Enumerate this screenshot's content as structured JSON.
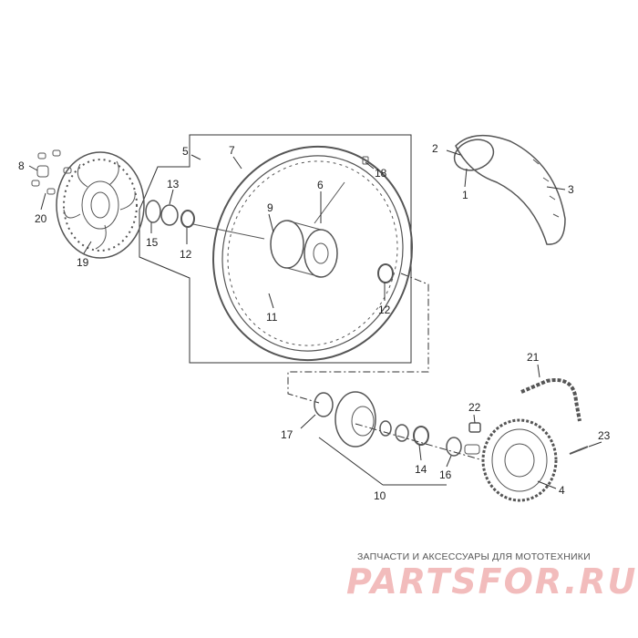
{
  "callouts": [
    "1",
    "2",
    "3",
    "4",
    "5",
    "6",
    "7",
    "8",
    "9",
    "10",
    "11",
    "12",
    "13",
    "14",
    "15",
    "16",
    "17",
    "18",
    "19",
    "20",
    "21",
    "22",
    "23"
  ],
  "watermark": {
    "caption": "ЗАПЧАСТИ И АКСЕССУАРЫ ДЛЯ МОТОТЕХНИКИ",
    "brand": "PARTSFOR.RU"
  },
  "colors": {
    "line": "#333333",
    "part": "#555555",
    "watermark": "#f2bcbc"
  }
}
